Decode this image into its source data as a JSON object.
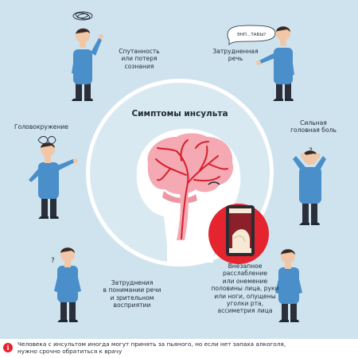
{
  "title": "Симптомы инсульта",
  "symptoms": {
    "confusion": "Спутанность\nили потеря\nсознания",
    "speech": "Затрудненная\nречь",
    "dizziness": "Головокружение",
    "headache": "Сильная\nголовная боль",
    "understanding": "Затруднения\nв понимании речи\nи зрительном\nвосприятии",
    "weakness": "Внезапное\nрасслабление\nили онемение\nполовины лица, руки\nили ноги, опущены\nуголки рта,\nассиметрия лица"
  },
  "speech_bubble": "ЭНП...ТАБЫ?",
  "footer": {
    "icon": "info-icon",
    "note": "Человека с инсультом иногда могут принять за пьяного, но если нет запаха алкоголя,\nнужно срочно обратиться к врачу"
  },
  "colors": {
    "background": "#cfe3ef",
    "accent_red": "#e4242f",
    "shirt": "#4a8fc9",
    "brain": "#f4a9b3"
  }
}
